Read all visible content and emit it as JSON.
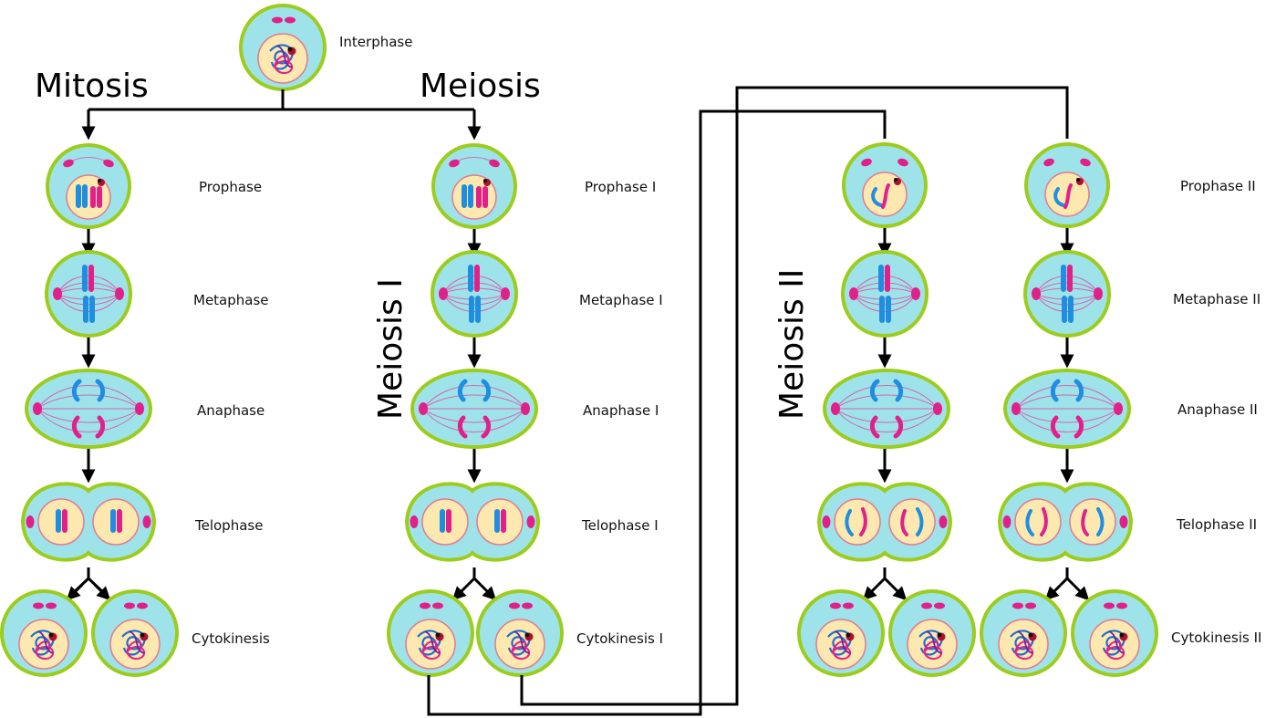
{
  "sections": {
    "mitosis": "Mitosis",
    "meiosis": "Meiosis",
    "meiosis_1": "Meiosis I",
    "meiosis_2": "Meiosis II"
  },
  "labels": {
    "interphase": "Interphase",
    "mitosis": [
      "Prophase",
      "Metaphase",
      "Anaphase",
      "Telophase",
      "Cytokinesis"
    ],
    "meiosis1": [
      "Prophase I",
      "Metaphase I",
      "Anaphase I",
      "Telophase I",
      "Cytokinesis I"
    ],
    "meiosis2": [
      "Prophase II",
      "Metaphase II",
      "Anaphase II",
      "Telophase II",
      "Cytokinesis II"
    ]
  },
  "colors": {
    "cytoplasm": "#9fe3ea",
    "membrane": "#9ccc1c",
    "nucleus": "#fde8b0",
    "chromosome_blue": "#1f8ee0",
    "chromosome_pink": "#e0218a"
  }
}
